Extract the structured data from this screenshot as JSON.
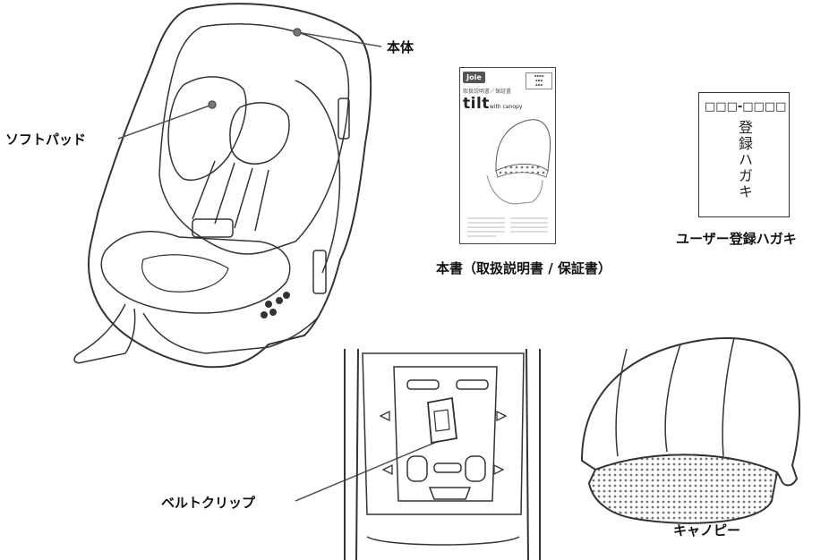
{
  "labels": {
    "body": "本体",
    "soft_pad": "ソフトパッド",
    "manual": "本書（取扱説明書 / 保証書）",
    "registration_card": "ユーザー登録ハガキ",
    "belt_clip": "ベルトクリップ",
    "canopy": "キャノピー"
  },
  "manual_cover": {
    "logo": "Joie",
    "title": "取扱説明書／保証書",
    "product": "tilt",
    "product_sub": "with canopy"
  },
  "registration_card": {
    "code": "□□□-□□□□",
    "title": "登録ハガキ"
  }
}
